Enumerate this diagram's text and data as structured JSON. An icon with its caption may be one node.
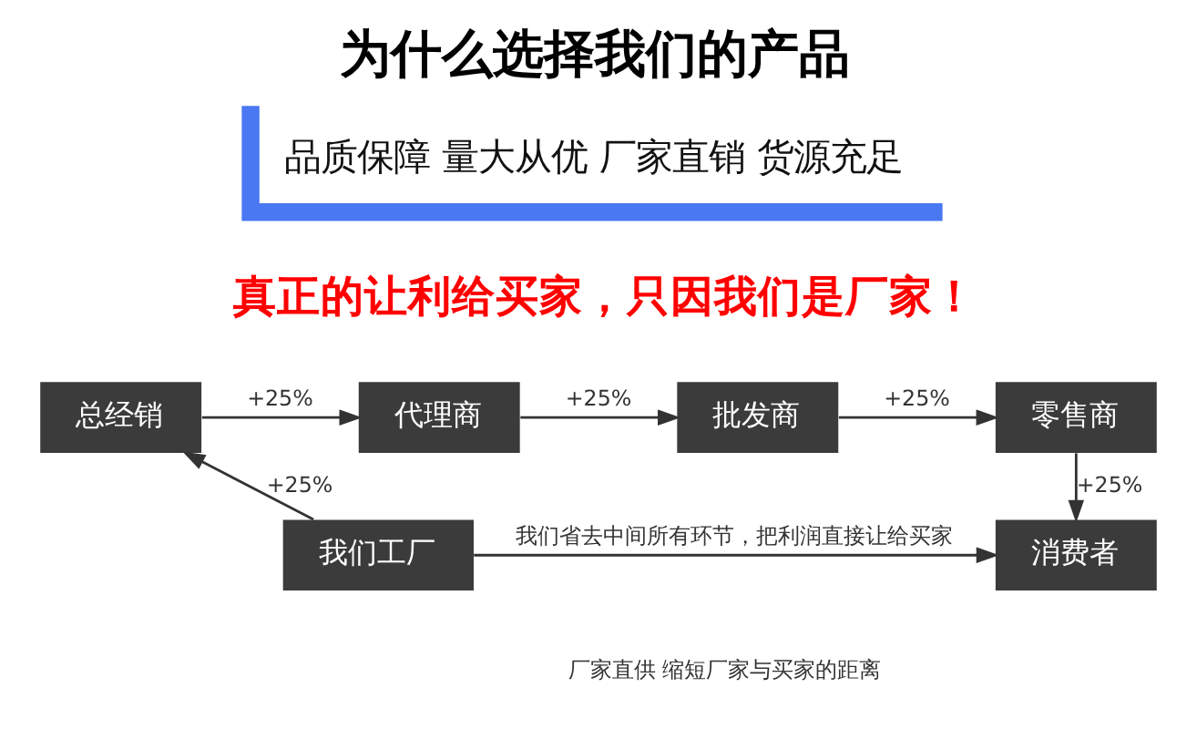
{
  "diagram": {
    "title": "为什么选择我们的产品",
    "nodes": [
      {
        "text": [
          "总经销"
        ]
      },
      {
        "text": [
          "代理商"
        ]
      },
      {
        "text": [
          "批发商"
        ]
      },
      {
        "text": [
          "零售商"
        ]
      },
      {
        "text": [
          "我们工厂"
        ]
      },
      {
        "text": [
          "消费者"
        ]
      }
    ],
    "edges": [
      {
        "from": 4,
        "to": 0,
        "arrow": "to",
        "label": "+25%"
      },
      {
        "from": 0,
        "to": 1,
        "arrow": "to",
        "label": "+25%"
      },
      {
        "from": 1,
        "to": 2,
        "arrow": "to",
        "label": "+25%"
      },
      {
        "from": 2,
        "to": 3,
        "arrow": "to",
        "label": "+25%"
      },
      {
        "from": 3,
        "to": 5,
        "arrow": "to",
        "label": "+25%"
      },
      {
        "from": 4,
        "to": 5,
        "arrow": "to",
        "label": "我们省去中间所有环节，把利润直接让给买家"
      }
    ],
    "labels": [
      "品质保障 量大从优 厂家直销 货源充足",
      "真正的让利给买家，只因我们是厂家！",
      "厂家直供 缩短厂家与买家的距离"
    ]
  }
}
